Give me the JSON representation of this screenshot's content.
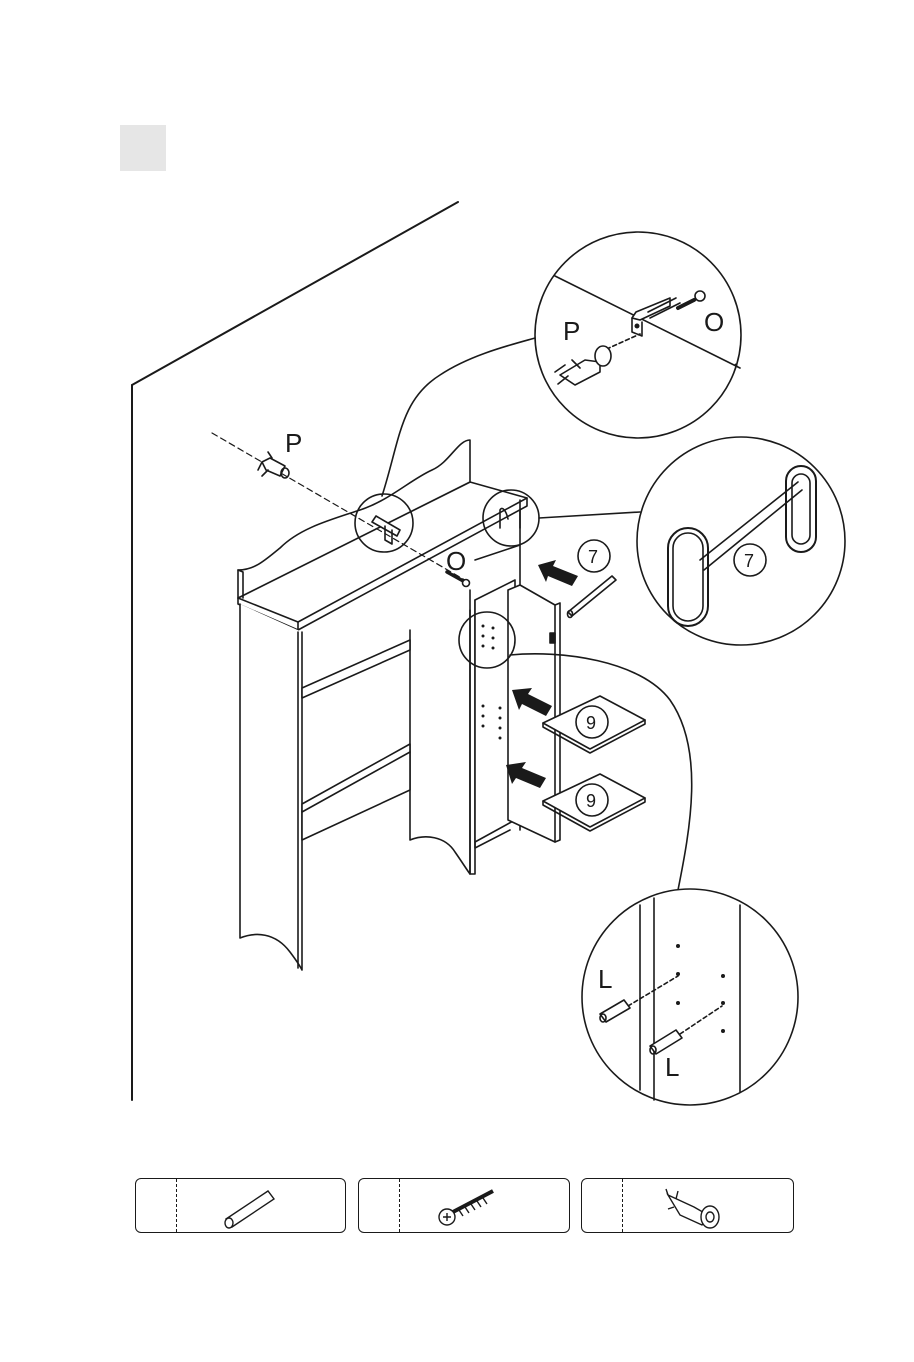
{
  "labels": {
    "bracket_main_P": "P",
    "bracket_main_O": "O",
    "zoom_top_P": "P",
    "zoom_top_O": "O",
    "rod_part": "7",
    "rod_zoom": "7",
    "shelf_top": "9",
    "shelf_bottom": "9",
    "zoom_pin_L_top": "L",
    "zoom_pin_L_bottom": "L"
  }
}
